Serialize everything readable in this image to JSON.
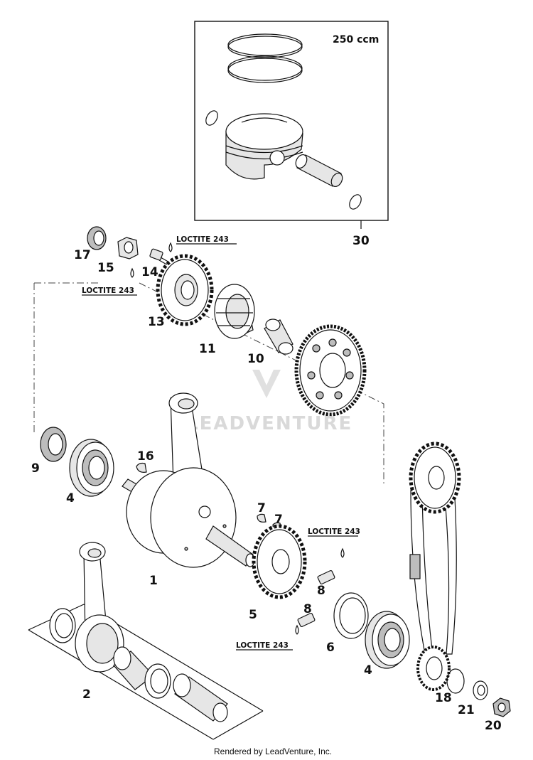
{
  "diagram": {
    "piston_kit_note": "250 ccm",
    "watermark": "LEADVENTURE",
    "footer": "Rendered by LeadVenture, Inc.",
    "callouts": {
      "c30": "30",
      "c17": "17",
      "c15": "15",
      "c14": "14",
      "c13": "13",
      "c11": "11",
      "c10": "10",
      "c9": "9",
      "c4a": "4",
      "c16": "16",
      "c1": "1",
      "c7a": "7",
      "c7b": "7",
      "c8a": "8",
      "c8b": "8",
      "c5": "5",
      "c6": "6",
      "c4b": "4",
      "c2": "2",
      "c18": "18",
      "c21": "21",
      "c20": "20"
    },
    "loctite": {
      "l1": "LOCTITE 243",
      "l2": "LOCTITE 243",
      "l3": "LOCTITE 243",
      "l4": "LOCTITE 243"
    }
  }
}
